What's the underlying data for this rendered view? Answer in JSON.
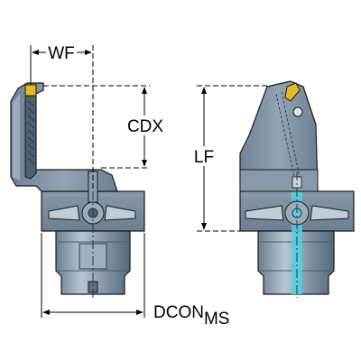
{
  "labels": {
    "wf": "WF",
    "cdx": "CDX",
    "lf": "LF",
    "dcon_main": "DCON",
    "dcon_sub": "MS"
  },
  "colors": {
    "steel": "#7a8ea0",
    "steel_dark": "#5d7082",
    "steel_light": "#aab8c4",
    "outline": "#1a1a1a",
    "insert": "#e8b820",
    "coolant": "#4fd0e8"
  }
}
